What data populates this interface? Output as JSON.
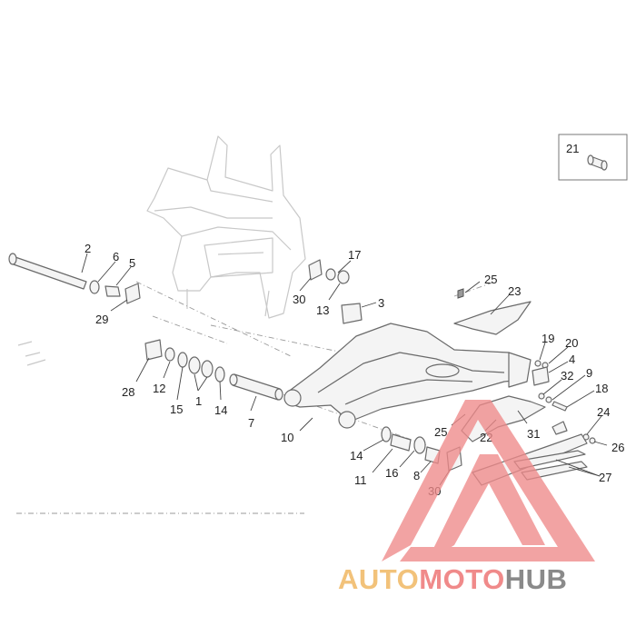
{
  "diagram": {
    "callouts": [
      {
        "id": "c2",
        "label": "2"
      },
      {
        "id": "c6",
        "label": "6"
      },
      {
        "id": "c5",
        "label": "5"
      },
      {
        "id": "c29",
        "label": "29"
      },
      {
        "id": "c17",
        "label": "17"
      },
      {
        "id": "c30a",
        "label": "30"
      },
      {
        "id": "c13",
        "label": "13"
      },
      {
        "id": "c3",
        "label": "3"
      },
      {
        "id": "c25a",
        "label": "25"
      },
      {
        "id": "c23",
        "label": "23"
      },
      {
        "id": "c19",
        "label": "19"
      },
      {
        "id": "c20",
        "label": "20"
      },
      {
        "id": "c4",
        "label": "4"
      },
      {
        "id": "c32",
        "label": "32"
      },
      {
        "id": "c9",
        "label": "9"
      },
      {
        "id": "c18",
        "label": "18"
      },
      {
        "id": "c24",
        "label": "24"
      },
      {
        "id": "c26",
        "label": "26"
      },
      {
        "id": "c27",
        "label": "27"
      },
      {
        "id": "c31",
        "label": "31"
      },
      {
        "id": "c22",
        "label": "22"
      },
      {
        "id": "c25b",
        "label": "25"
      },
      {
        "id": "c28",
        "label": "28"
      },
      {
        "id": "c12",
        "label": "12"
      },
      {
        "id": "c15",
        "label": "15"
      },
      {
        "id": "c1",
        "label": "1"
      },
      {
        "id": "c14a",
        "label": "14"
      },
      {
        "id": "c7",
        "label": "7"
      },
      {
        "id": "c10",
        "label": "10"
      },
      {
        "id": "c14b",
        "label": "14"
      },
      {
        "id": "c11",
        "label": "11"
      },
      {
        "id": "c16",
        "label": "16"
      },
      {
        "id": "c8",
        "label": "8"
      },
      {
        "id": "c30b",
        "label": "30"
      }
    ],
    "inset": {
      "label": "21"
    }
  },
  "watermark": {
    "part1": "AUTO",
    "part2": "MOTO",
    "part3": "HUB",
    "colors": {
      "auto": "#f2c27a",
      "moto": "#f08a8a",
      "hub": "#8a8a8a",
      "triangle": "#ef8a8a"
    }
  }
}
